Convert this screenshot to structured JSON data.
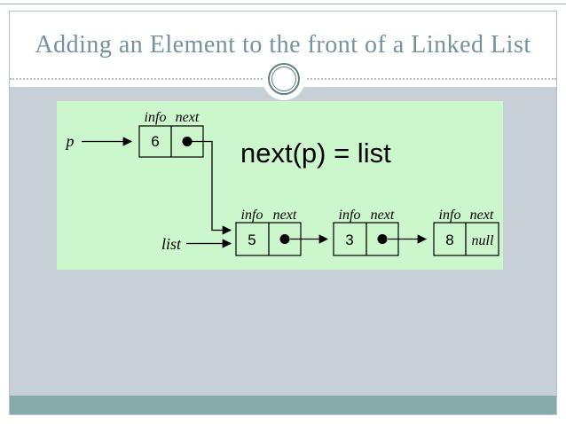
{
  "slide": {
    "title": "Adding an Element to the front of a Linked List",
    "statement": "next(p) = list"
  },
  "diagram": {
    "field_info": "info",
    "field_next": "next",
    "pointer_p": "p",
    "pointer_list": "list",
    "p_node": {
      "info": "6"
    },
    "list_nodes": [
      {
        "info": "5"
      },
      {
        "info": "3"
      },
      {
        "info": "8",
        "next": "null"
      }
    ]
  },
  "colors": {
    "title_text": "#7492a0",
    "panel_green": "#ccf6cc",
    "body_gray": "#c6d0d6",
    "footer_teal": "#88aaa9",
    "ornament_ring": "#5e8181"
  }
}
